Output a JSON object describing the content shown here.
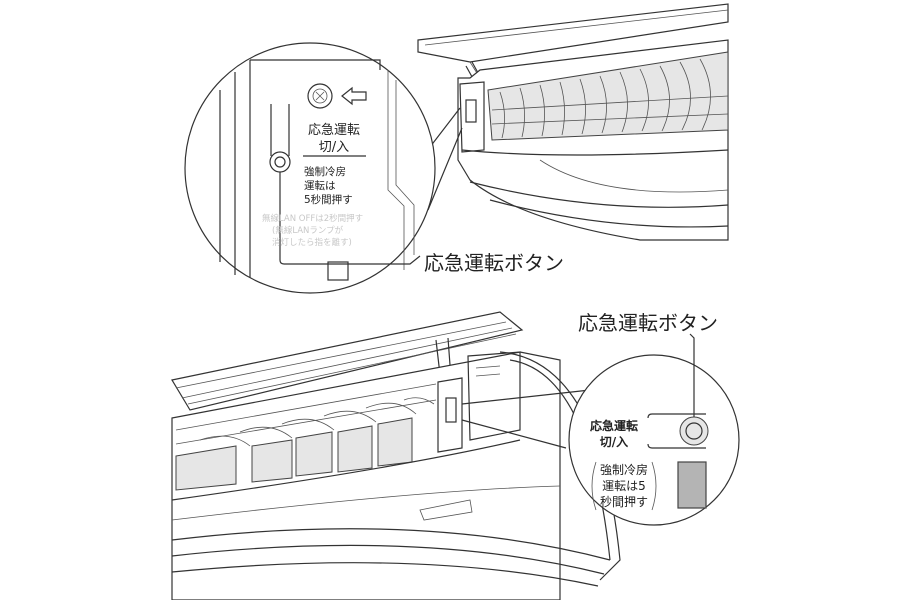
{
  "top_callout": {
    "panel_title_line1": "応急運転",
    "panel_title_line2": "切/入",
    "panel_note_line1": "強制冷房",
    "panel_note_line2": "運転は",
    "panel_note_line3": "5秒間押す",
    "faint_line1": "無線LAN OFFは2秒間押す",
    "faint_line2": "(無線LANランプが",
    "faint_line3": "消灯したら指を離す)",
    "pointer_label": "応急運転ボタン"
  },
  "bottom_callout": {
    "pointer_label": "応急運転ボタン",
    "button_label_line1": "応急運転",
    "button_label_line2": "切/入",
    "note_line1": "強制冷房",
    "note_line2": "運転は5",
    "note_line3": "秒間押す"
  }
}
